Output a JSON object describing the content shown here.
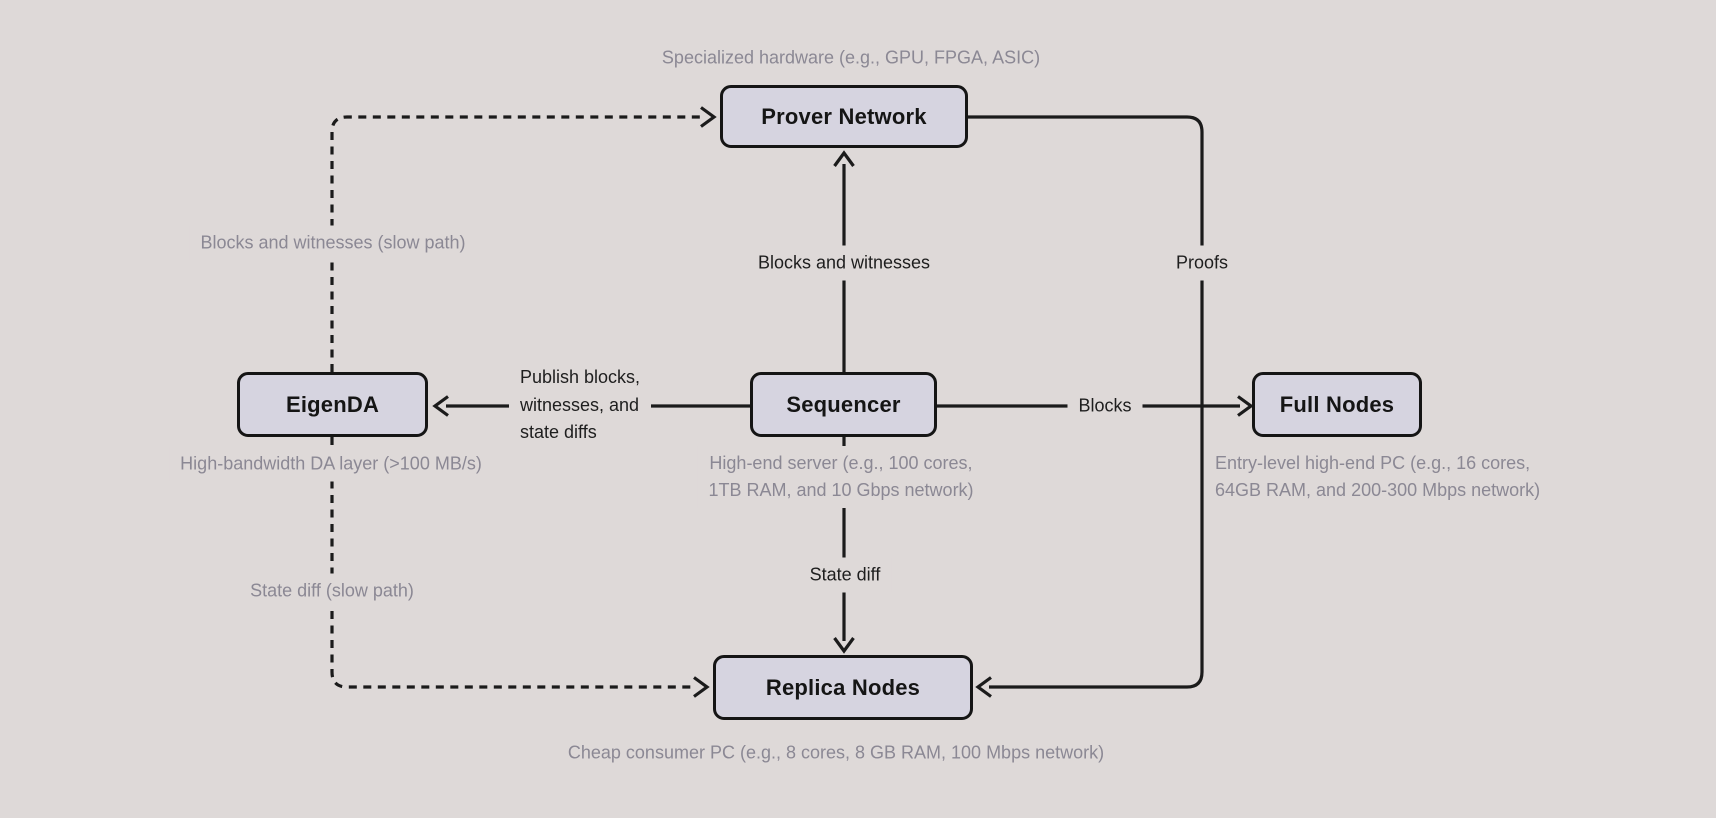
{
  "colors": {
    "background": "#ded9d8",
    "node_fill": "#d6d4e0",
    "node_border": "#151515",
    "line": "#1b1b1b",
    "label_dark": "#1e1e1e",
    "label_gray": "#8b8894"
  },
  "nodes": {
    "prover": {
      "label": "Prover Network",
      "caption": "Specialized hardware (e.g., GPU, FPGA, ASIC)"
    },
    "eigenda": {
      "label": "EigenDA",
      "caption": "High-bandwidth DA layer (>100 MB/s)"
    },
    "sequencer": {
      "label": "Sequencer",
      "caption_line1": "High-end server (e.g., 100 cores,",
      "caption_line2": "1TB RAM, and 10 Gbps network)"
    },
    "full_nodes": {
      "label": "Full Nodes",
      "caption_line1": "Entry-level high-end PC (e.g., 16 cores,",
      "caption_line2": "64GB RAM, and 200-300 Mbps network)"
    },
    "replica_nodes": {
      "label": "Replica Nodes",
      "caption": "Cheap consumer PC (e.g., 8 cores, 8 GB RAM, 100 Mbps network)"
    }
  },
  "edges": {
    "eigenda_to_prover": {
      "label": "Blocks and witnesses (slow path)",
      "style": "dashed"
    },
    "sequencer_to_prover": {
      "label": "Blocks and witnesses",
      "style": "solid"
    },
    "prover_to_replica": {
      "label": "Proofs",
      "style": "solid"
    },
    "sequencer_to_eigenda": {
      "label_line1": "Publish blocks,",
      "label_line2": "witnesses, and",
      "label_line3": "state diffs",
      "style": "solid"
    },
    "sequencer_to_full_nodes": {
      "label": "Blocks",
      "style": "solid"
    },
    "sequencer_to_replica": {
      "label": "State diff",
      "style": "solid"
    },
    "eigenda_to_replica": {
      "label": "State diff (slow path)",
      "style": "dashed"
    }
  }
}
